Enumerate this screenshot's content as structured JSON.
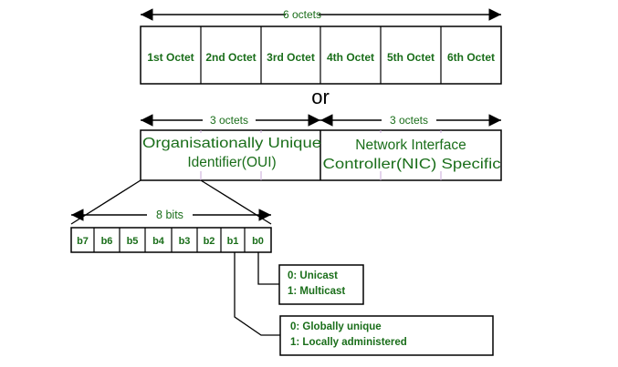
{
  "top_span": "6 octets",
  "octets": [
    "1st Octet",
    "2nd Octet",
    "3rd Octet",
    "4th Octet",
    "5th Octet",
    "6th Octet"
  ],
  "or_word": "or",
  "oui": {
    "span": "3 octets",
    "line1": "Organisationally Unique",
    "line2": "Identifier(OUI)"
  },
  "nic": {
    "span": "3 octets",
    "line1": "Network Interface",
    "line2": "Controller(NIC) Specific"
  },
  "bits_span": "8 bits",
  "bits": [
    "b7",
    "b6",
    "b5",
    "b4",
    "b3",
    "b2",
    "b1",
    "b0"
  ],
  "b0_note": {
    "line1": "0: Unicast",
    "line2": "1: Multicast"
  },
  "b1_note": {
    "line1": "0: Globally unique",
    "line2": "1: Locally administered"
  },
  "colors": {
    "text_green": "#1a6e1a",
    "divider_purple": "#c8a8d8",
    "line": "#000000"
  }
}
